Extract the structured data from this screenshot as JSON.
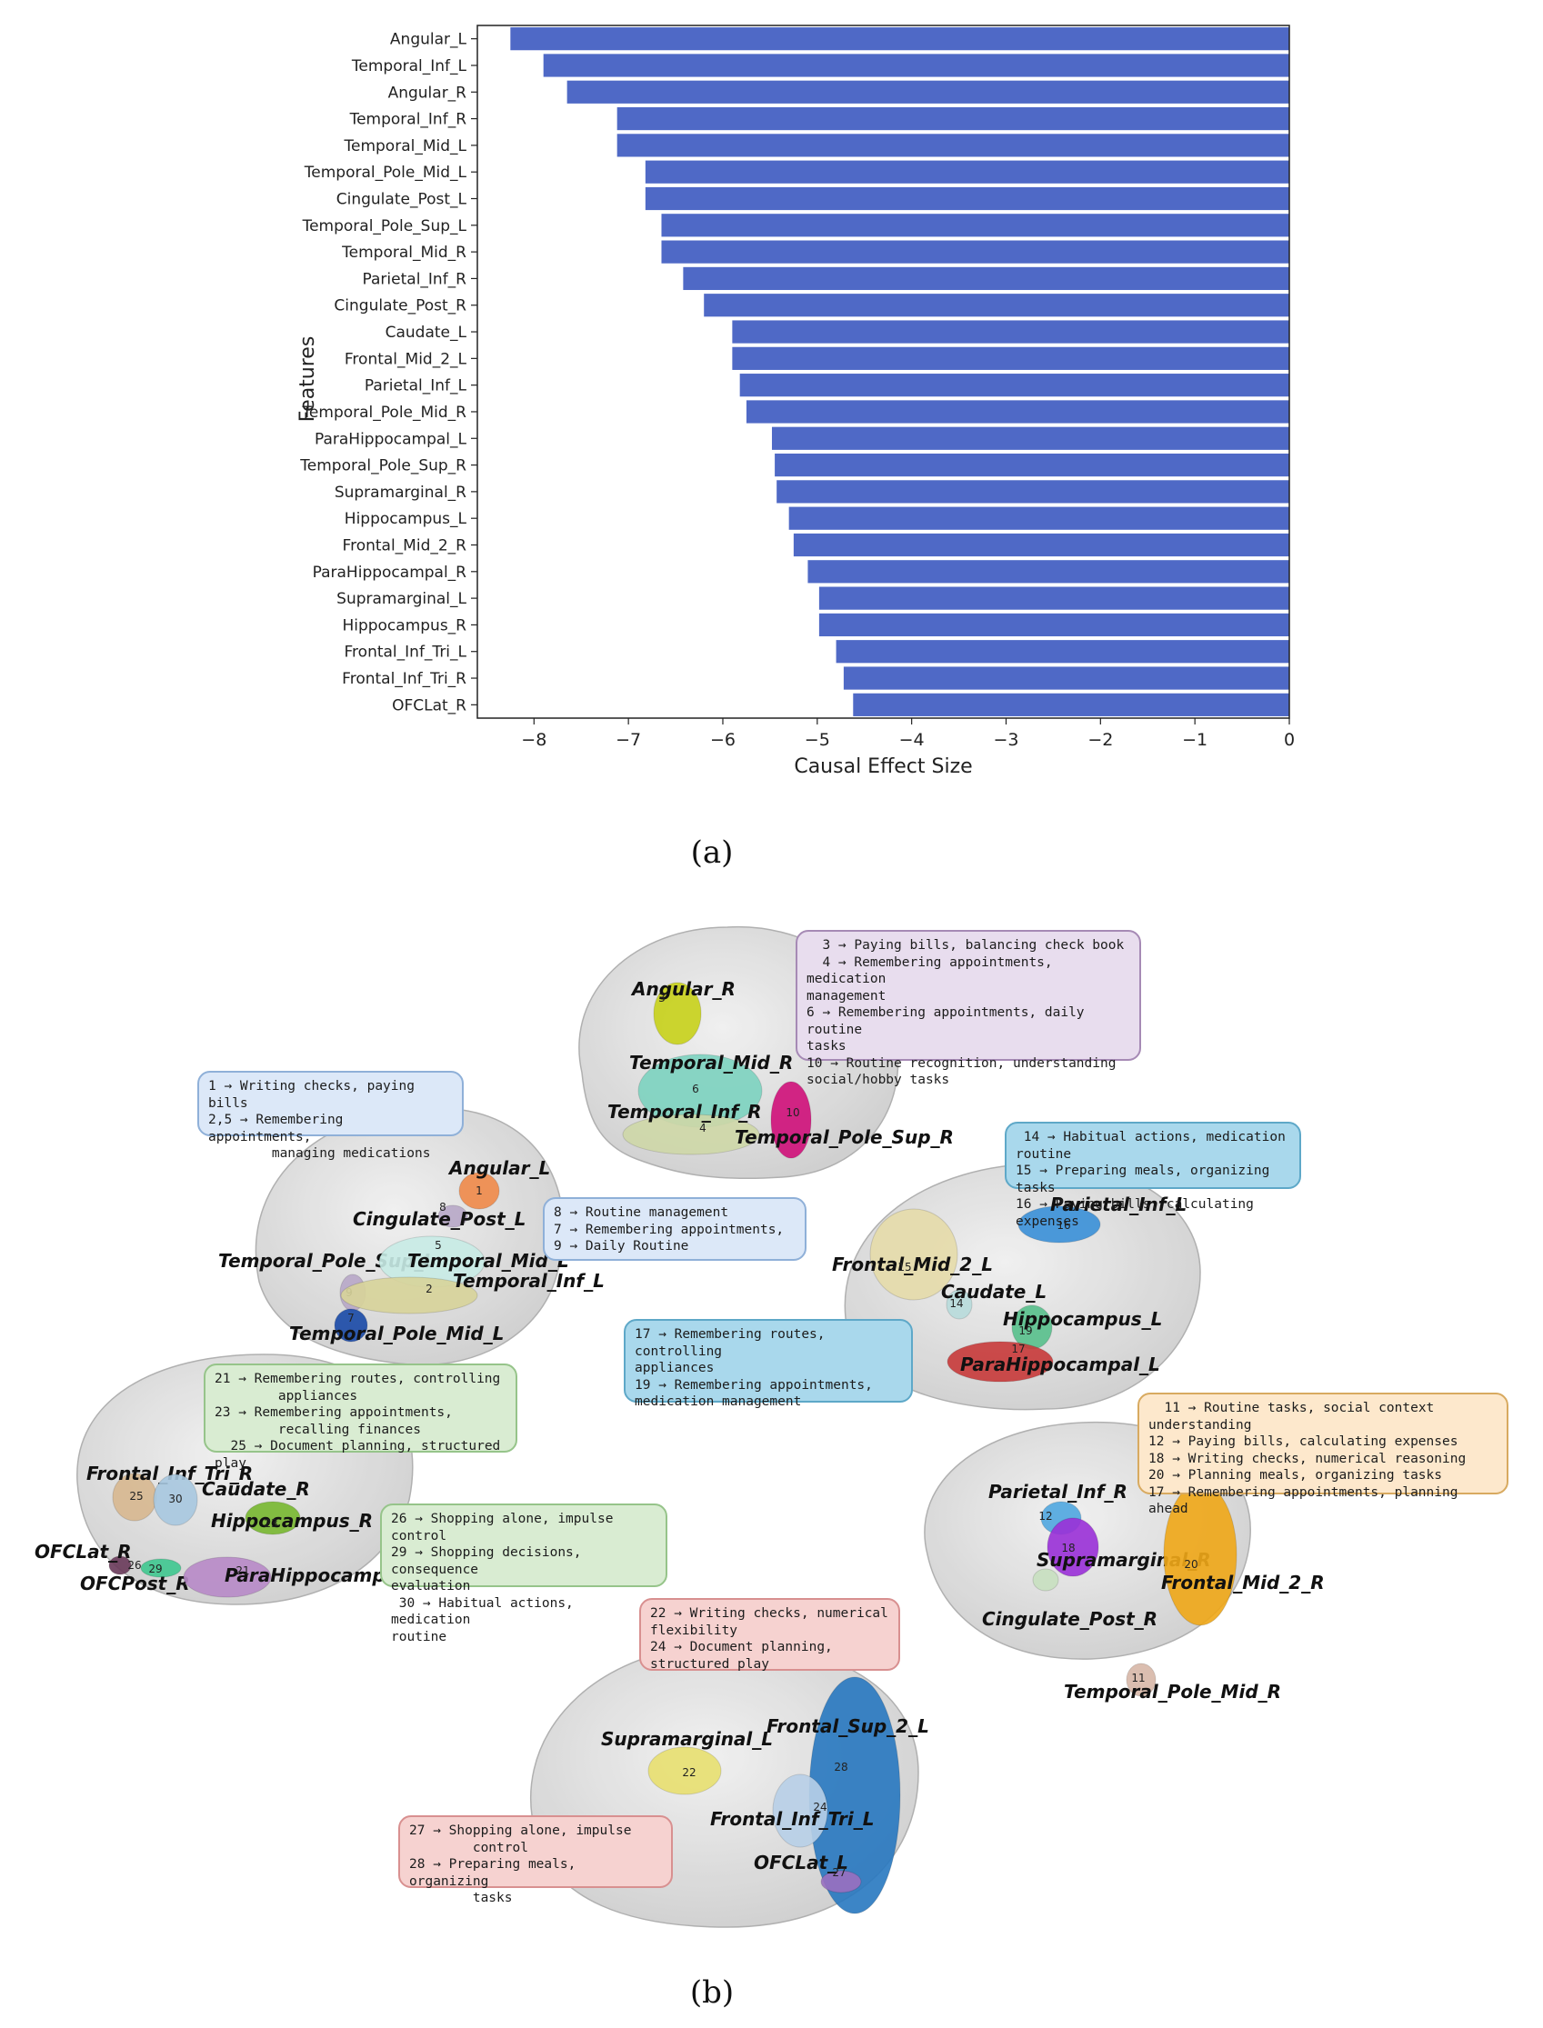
{
  "chart_data": {
    "type": "bar",
    "orientation": "horizontal",
    "categories": [
      "Angular_L",
      "Temporal_Inf_L",
      "Angular_R",
      "Temporal_Inf_R",
      "Temporal_Mid_L",
      "Temporal_Pole_Mid_L",
      "Cingulate_Post_L",
      "Temporal_Pole_Sup_L",
      "Temporal_Mid_R",
      "Parietal_Inf_R",
      "Cingulate_Post_R",
      "Caudate_L",
      "Frontal_Mid_2_L",
      "Parietal_Inf_L",
      "Temporal_Pole_Mid_R",
      "ParaHippocampal_L",
      "Temporal_Pole_Sup_R",
      "Supramarginal_R",
      "Hippocampus_L",
      "Frontal_Mid_2_R",
      "ParaHippocampal_R",
      "Supramarginal_L",
      "Hippocampus_R",
      "Frontal_Inf_Tri_L",
      "Frontal_Inf_Tri_R",
      "OFCLat_R"
    ],
    "values": [
      -8.25,
      -7.9,
      -7.65,
      -7.12,
      -7.12,
      -6.82,
      -6.82,
      -6.65,
      -6.65,
      -6.42,
      -6.2,
      -5.9,
      -5.9,
      -5.82,
      -5.75,
      -5.48,
      -5.45,
      -5.43,
      -5.3,
      -5.25,
      -5.1,
      -4.98,
      -4.98,
      -4.8,
      -4.72,
      -4.62
    ],
    "xlabel": "Causal Effect Size",
    "ylabel": "Features",
    "xlim": [
      -8.6,
      0
    ],
    "xticks": [
      -8,
      -7,
      -6,
      -5,
      -4,
      -3,
      -2,
      -1,
      0
    ],
    "xtick_labels": [
      "−8",
      "−7",
      "−6",
      "−5",
      "−4",
      "−3",
      "−2",
      "−1",
      "0"
    ],
    "bar_color": "#4f69c6",
    "grid": false
  },
  "captions": {
    "a": "(a)",
    "b": "(b)"
  },
  "colors": {
    "brain": "#d8d8d8",
    "brain_edge": "#a8a8a8"
  },
  "annotations": [
    {
      "id": "top",
      "fill": "#e8ddee",
      "stroke": "#a68ab5",
      "lines": [
        "  3 → Paying bills, balancing check book",
        "  4 → Remembering appointments, medication",
        "management",
        "6 → Remembering appointments, daily routine",
        "tasks",
        "10 → Routine recognition, understanding",
        "social/hobby tasks"
      ]
    },
    {
      "id": "left1",
      "fill": "#dce8f8",
      "stroke": "#8fb0d8",
      "lines": [
        "1 → Writing checks, paying bills",
        "2,5 → Remembering appointments,",
        "        managing medications"
      ]
    },
    {
      "id": "left2",
      "fill": "#dce8f8",
      "stroke": "#8fb0d8",
      "lines": [
        "8 → Routine management",
        "7 → Remembering appointments,",
        "9 → Daily Routine"
      ]
    },
    {
      "id": "mid1",
      "fill": "#a9d8ec",
      "stroke": "#5ea8c8",
      "lines": [
        " 14 → Habitual actions, medication",
        "routine",
        "15 → Preparing meals, organizing tasks",
        "16 → Paying bills, calculating expenses"
      ]
    },
    {
      "id": "mid2",
      "fill": "#a9d8ec",
      "stroke": "#5ea8c8",
      "lines": [
        "17 → Remembering routes, controlling",
        "appliances",
        "19 → Remembering appointments,",
        "medication management"
      ]
    },
    {
      "id": "green1",
      "fill": "#d9ecd2",
      "stroke": "#96c48a",
      "lines": [
        "21 → Remembering routes, controlling",
        "        appliances",
        "23 → Remembering appointments,",
        "        recalling finances",
        "  25 → Document planning, structured play"
      ]
    },
    {
      "id": "green2",
      "fill": "#d9ecd2",
      "stroke": "#96c48a",
      "lines": [
        "26 → Shopping alone, impulse control",
        "29 → Shopping decisions, consequence",
        "evaluation",
        " 30 → Habitual actions, medication",
        "routine"
      ]
    },
    {
      "id": "orange",
      "fill": "#fde8cc",
      "stroke": "#d8aa60",
      "lines": [
        "  11 → Routine tasks, social context understanding",
        "12 → Paying bills, calculating expenses",
        "18 → Writing checks, numerical reasoning",
        "20 → Planning meals, organizing tasks",
        "17 → Remembering appointments, planning ahead"
      ]
    },
    {
      "id": "red1",
      "fill": "#f6d2d0",
      "stroke": "#d89090",
      "lines": [
        "22 → Writing checks, numerical",
        "flexibility",
        "24 → Document planning,",
        "structured play"
      ]
    },
    {
      "id": "red2",
      "fill": "#f6d2d0",
      "stroke": "#d89090",
      "lines": [
        "27 → Shopping alone, impulse",
        "        control",
        "28 → Preparing meals, organizing",
        "        tasks"
      ]
    }
  ],
  "regions": [
    {
      "label": "Angular_R",
      "num": "3",
      "color": "#c8d21a"
    },
    {
      "label": "Temporal_Mid_R",
      "num": "6",
      "color": "#7dd3c0"
    },
    {
      "label": "Temporal_Inf_R",
      "num": "4",
      "color": "#cfd8a8"
    },
    {
      "label": "Temporal_Pole_Sup_R",
      "num": "10",
      "color": "#d0107a"
    },
    {
      "label": "Angular_L",
      "num": "1",
      "color": "#f08a4a"
    },
    {
      "label": "Cingulate_Post_L",
      "num": "8",
      "color": "#b8a8c8"
    },
    {
      "label": "Temporal_Pole_Sup_L",
      "num": "9",
      "color": "#b8a8c8"
    },
    {
      "label": "Temporal_Mid_L",
      "num": "5",
      "color": "#c8ece6"
    },
    {
      "label": "Temporal_Inf_L",
      "num": "2",
      "color": "#d8d49a"
    },
    {
      "label": "Temporal_Pole_Mid_L",
      "num": "7",
      "color": "#1a4aa8"
    },
    {
      "label": "Parietal_Inf_L",
      "num": "16",
      "color": "#3a90d8"
    },
    {
      "label": "Frontal_Mid_2_L",
      "num": "15",
      "color": "#e6dcaa"
    },
    {
      "label": "Caudate_L",
      "num": "14",
      "color": "#b8dcdc"
    },
    {
      "label": "Hippocampus_L",
      "num": "19",
      "color": "#58c08c"
    },
    {
      "label": "ParaHippocampal_L",
      "num": "17",
      "color": "#c83a3a"
    },
    {
      "label": "Frontal_Inf_Tri_R",
      "num": "25",
      "color": "#d8b890"
    },
    {
      "label": "Caudate_R",
      "num": "30",
      "color": "#a8c8e0"
    },
    {
      "label": "Hippocampus_R",
      "num": "23",
      "color": "#78b830"
    },
    {
      "label": "OFCLat_R",
      "num": "26",
      "color": "#6a3a5a"
    },
    {
      "label": "OFCPost_R",
      "num": "29",
      "color": "#40c890"
    },
    {
      "label": "ParaHippocampal_R",
      "num": "21",
      "color": "#b88ac8"
    },
    {
      "label": "Parietal_Inf_R",
      "num": "12",
      "color": "#50a8e0"
    },
    {
      "label": "Supramarginal_R",
      "num": "18",
      "color": "#9a30d8"
    },
    {
      "label": "Frontal_Mid_2_R",
      "num": "20",
      "color": "#f0a818"
    },
    {
      "label": "Cingulate_Post_R",
      "num": "",
      "color": "#c8e0c0"
    },
    {
      "label": "Temporal_Pole_Mid_R",
      "num": "11",
      "color": "#d8b8a8"
    },
    {
      "label": "Supramarginal_L",
      "num": "22",
      "color": "#e8e070"
    },
    {
      "label": "Frontal_Sup_2_L",
      "num": "28",
      "color": "#2878c0"
    },
    {
      "label": "Frontal_Inf_Tri_L",
      "num": "24",
      "color": "#b8d0e8"
    },
    {
      "label": "OFCLat_L",
      "num": "27",
      "color": "#9a70c0"
    }
  ]
}
